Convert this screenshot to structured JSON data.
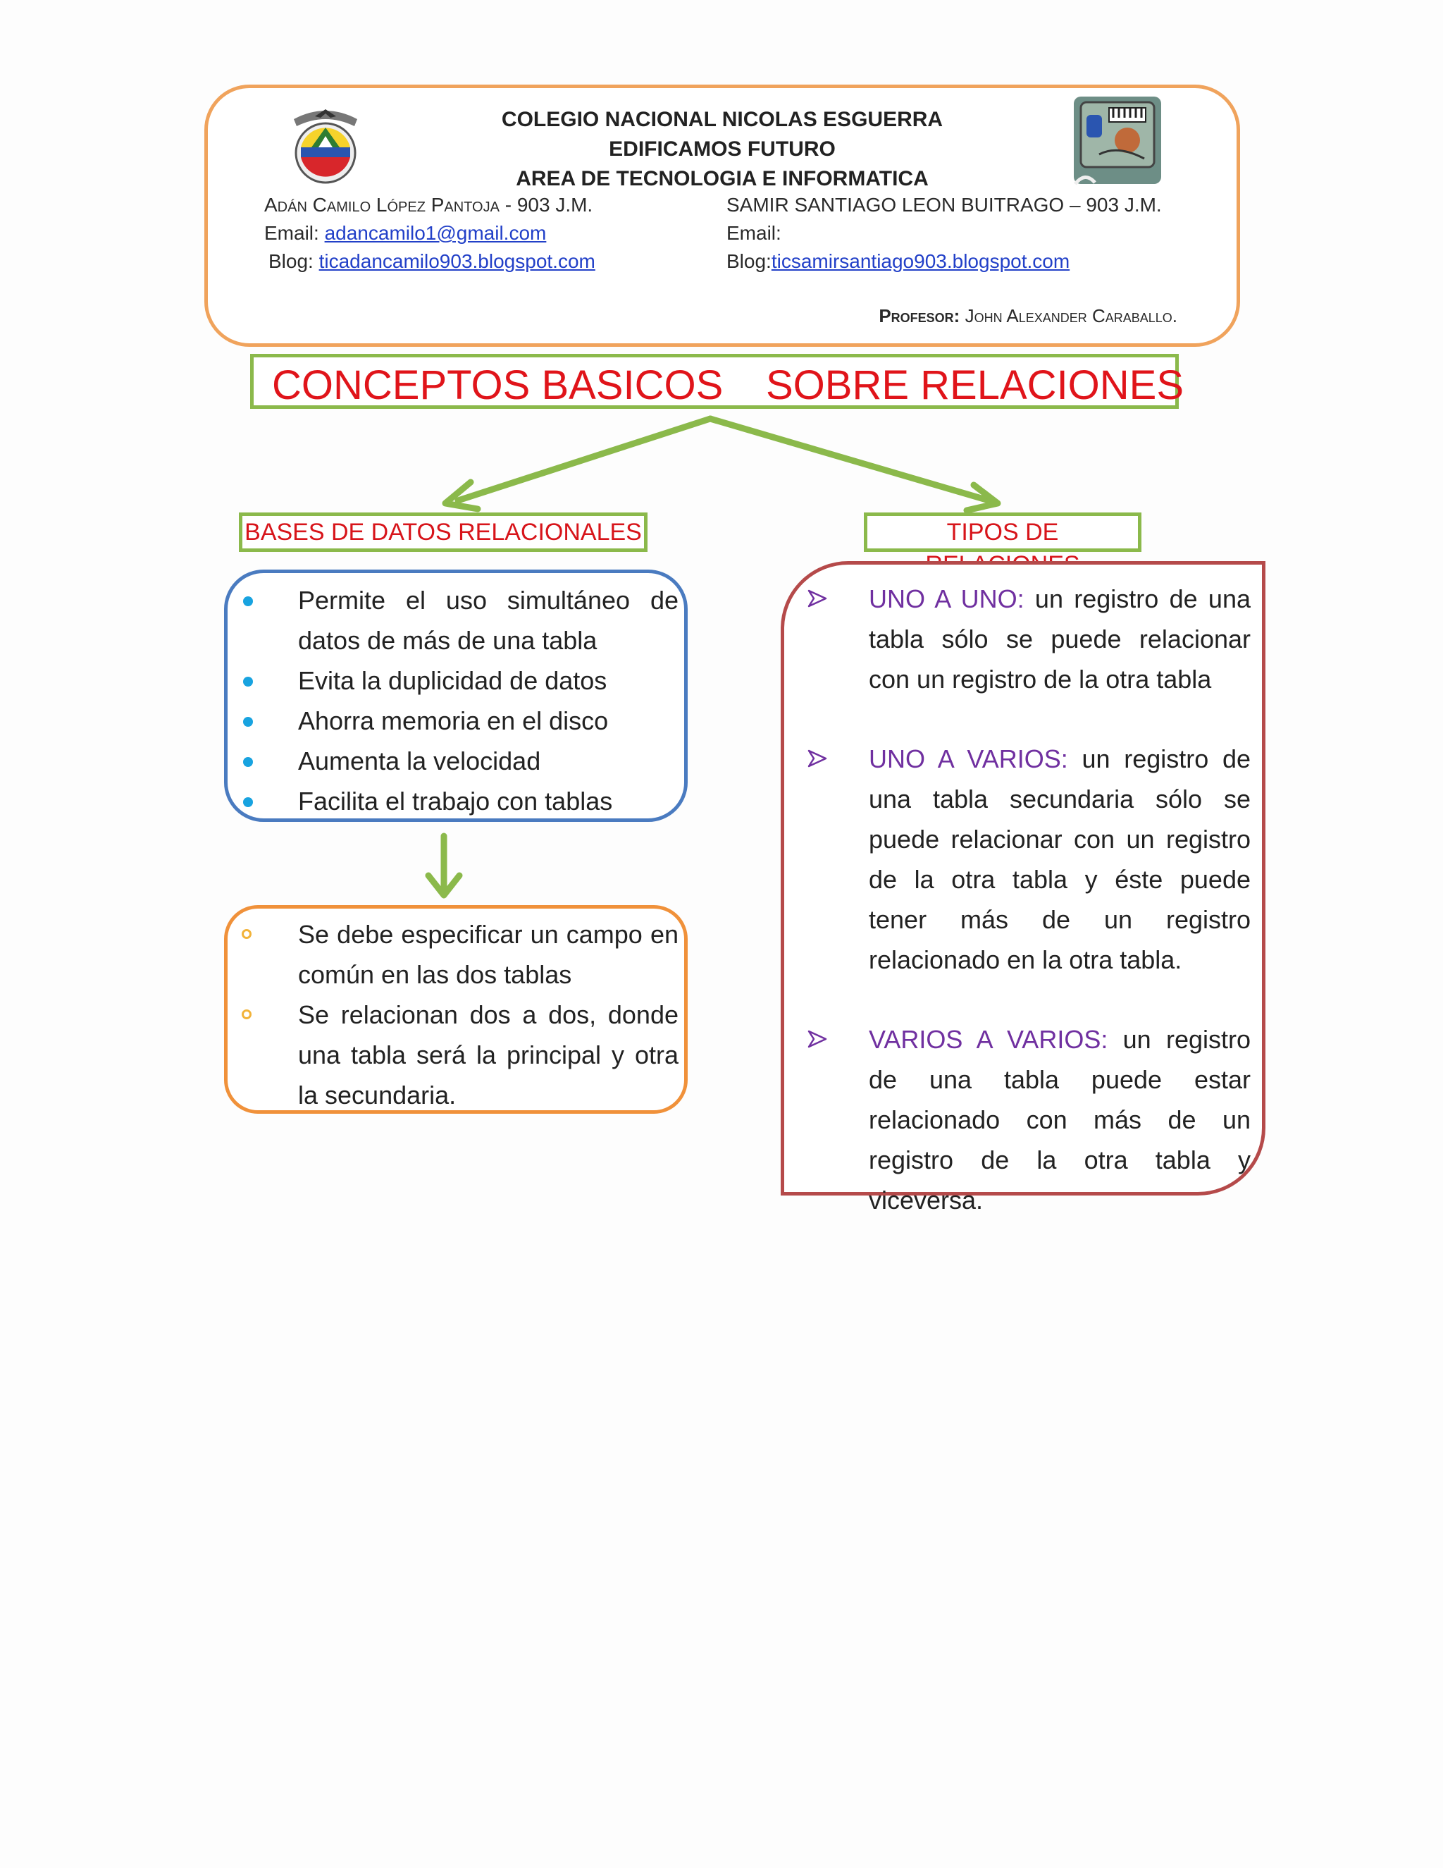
{
  "header": {
    "school": "COLEGIO NACIONAL NICOLAS ESGUERRA",
    "motto": "EDIFICAMOS FUTURO",
    "area": "AREA DE TECNOLOGIA E INFORMATICA",
    "student1": {
      "name": "Adán Camilo López Pantoja - 903 J.M.",
      "email_label": "Email:",
      "email": "adancamilo1@gmail.com",
      "blog_label": "Blog:",
      "blog": "ticadancamilo903.blogspot.com"
    },
    "student2": {
      "name": "SAMIR SANTIAGO LEON BUITRAGO – 903 J.M.",
      "email_label": "Email:",
      "blog_label": "Blog:",
      "blog": "ticsamirsantiago903.blogspot.com"
    },
    "professor_label": "Profesor:",
    "professor_name": "John Alexander Caraballo."
  },
  "title": {
    "part1": "CONCEPTOS BASICOS",
    "part2": "SOBRE RELACIONES"
  },
  "left_section": {
    "label": "BASES DE DATOS RELACIONALES",
    "items": [
      "Permite el uso simultáneo de datos de más de una tabla",
      "Evita la duplicidad de datos",
      "Ahorra memoria en el disco",
      "Aumenta la velocidad",
      "Facilita el trabajo con tablas"
    ],
    "sub_items": [
      "Se debe especificar un campo en común en las dos tablas",
      "Se relacionan dos a dos, donde una tabla será la principal y otra la secundaria."
    ]
  },
  "right_section": {
    "label": "TIPOS DE RELACIONES",
    "items": [
      {
        "name": "UNO A UNO:",
        "text": " un registro de una tabla sólo se puede relacionar con un registro de la otra tabla"
      },
      {
        "name": "UNO A VARIOS:",
        "text": " un registro de una tabla secundaria sólo se puede relacionar con un registro de la otra tabla y éste puede tener más de un registro relacionado en la otra tabla."
      },
      {
        "name": "VARIOS A VARIOS:",
        "text": " un registro de una tabla puede estar relacionado con más de un registro de la otra tabla y viceversa."
      }
    ]
  },
  "colors": {
    "title_red": "#e0141a",
    "frame_green": "#8bb94b",
    "blue_frame": "#4a7bc0",
    "orange_frame": "#f0913a",
    "red_frame": "#b54a4a",
    "relation_purple": "#7030a0"
  }
}
